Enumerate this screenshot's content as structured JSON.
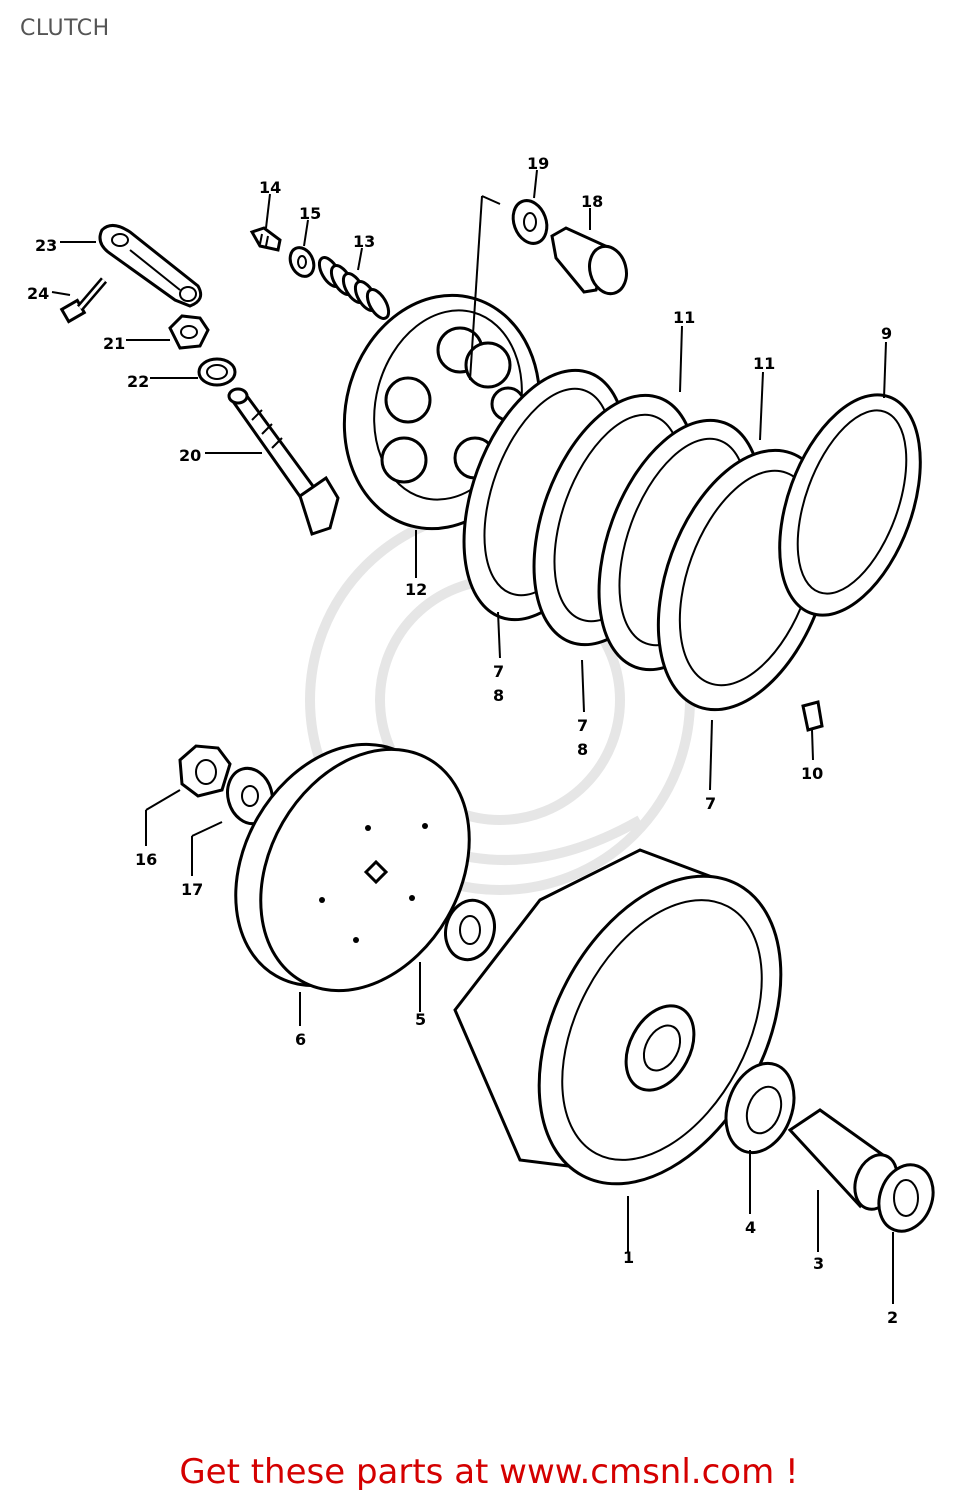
{
  "title": "CLUTCH",
  "footer": "Get these parts at www.cmsnl.com !",
  "footer_color": "#d40000",
  "callouts": [
    {
      "id": "c1",
      "text": "1"
    },
    {
      "id": "c2",
      "text": "2"
    },
    {
      "id": "c3",
      "text": "3"
    },
    {
      "id": "c4",
      "text": "4"
    },
    {
      "id": "c5",
      "text": "5"
    },
    {
      "id": "c6",
      "text": "6"
    },
    {
      "id": "c7a",
      "text": "7"
    },
    {
      "id": "c8a",
      "text": "8"
    },
    {
      "id": "c7b",
      "text": "7"
    },
    {
      "id": "c8b",
      "text": "8"
    },
    {
      "id": "c7c",
      "text": "7"
    },
    {
      "id": "c9",
      "text": "9"
    },
    {
      "id": "c10",
      "text": "10"
    },
    {
      "id": "c11a",
      "text": "11"
    },
    {
      "id": "c11b",
      "text": "11"
    },
    {
      "id": "c12",
      "text": "12"
    },
    {
      "id": "c13",
      "text": "13"
    },
    {
      "id": "c14",
      "text": "14"
    },
    {
      "id": "c15",
      "text": "15"
    },
    {
      "id": "c16",
      "text": "16"
    },
    {
      "id": "c17",
      "text": "17"
    },
    {
      "id": "c18",
      "text": "18"
    },
    {
      "id": "c19",
      "text": "19"
    },
    {
      "id": "c20",
      "text": "20"
    },
    {
      "id": "c21",
      "text": "21"
    },
    {
      "id": "c22",
      "text": "22"
    },
    {
      "id": "c23",
      "text": "23"
    },
    {
      "id": "c24",
      "text": "24"
    }
  ]
}
